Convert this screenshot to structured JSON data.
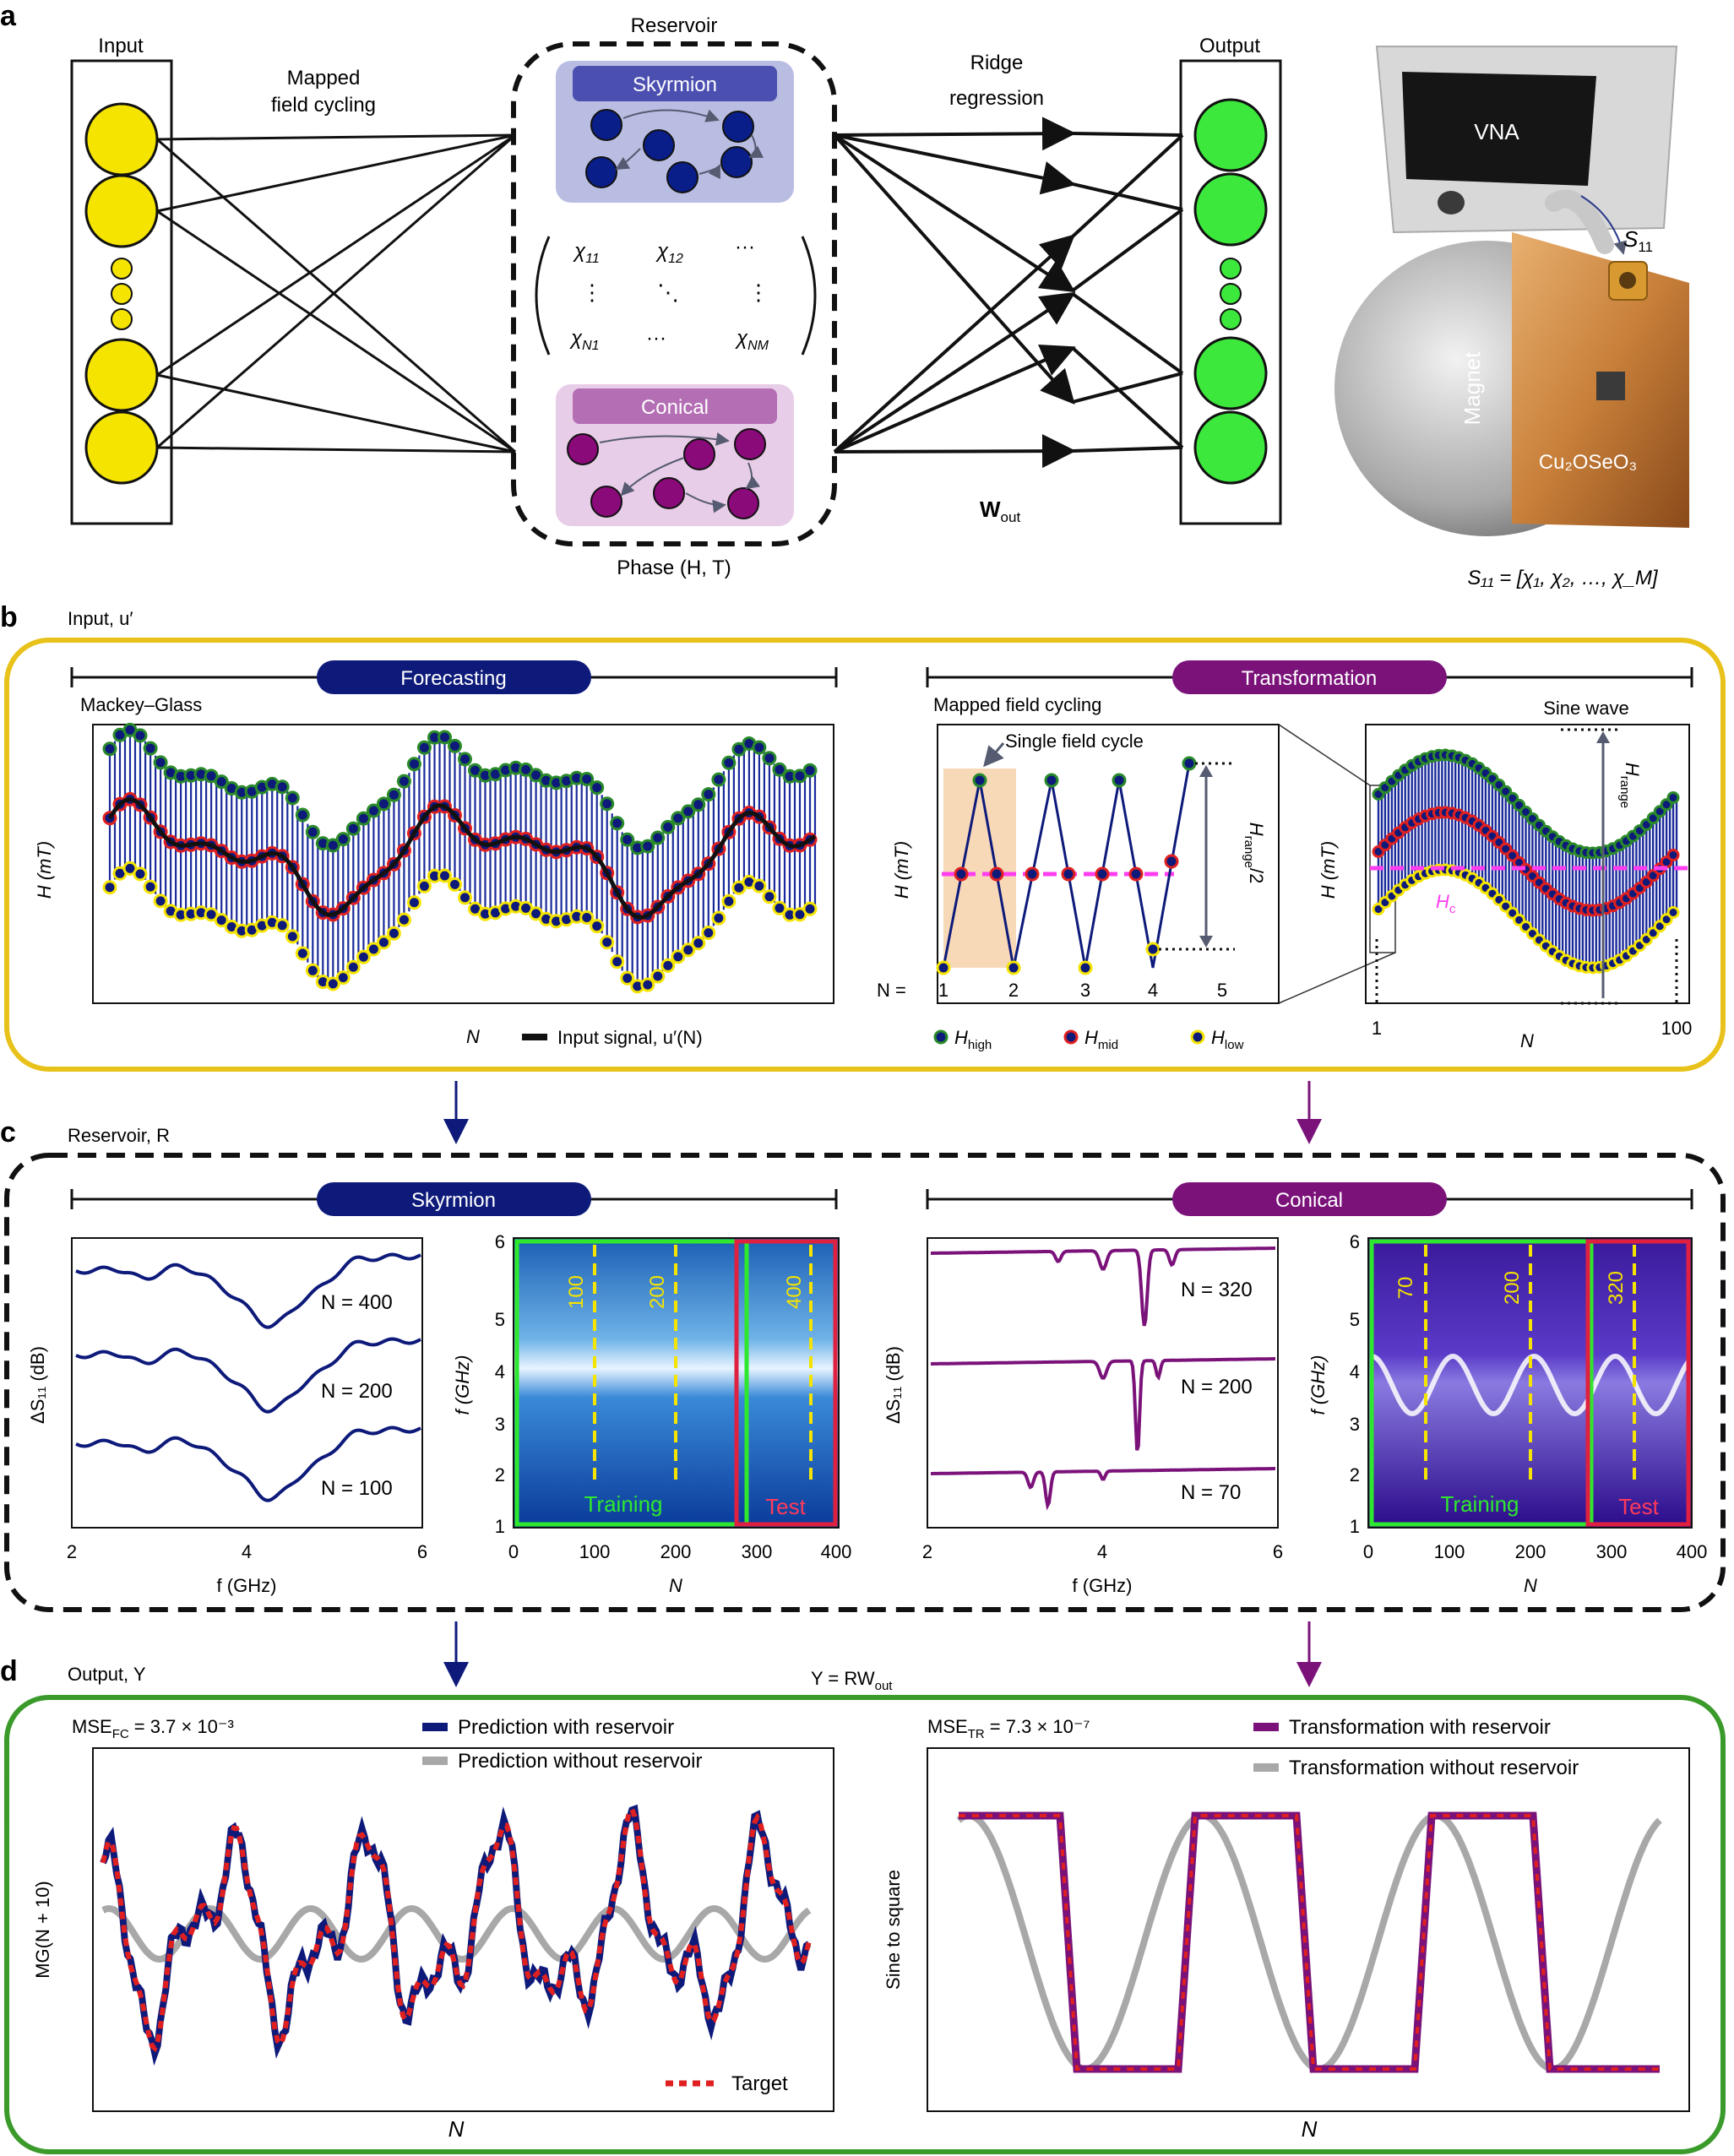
{
  "panel_labels": {
    "a": "a",
    "b": "b",
    "c": "c",
    "d": "d"
  },
  "a": {
    "input_title": "Input",
    "mapping_label": [
      "Mapped",
      "field cycling"
    ],
    "reservoir_title": "Reservoir",
    "skyrmion_label": "Skyrmion",
    "conical_label": "Conical",
    "matrix": {
      "r1c1": "χ",
      "r1c1_sub": "11",
      "r1c2": "χ",
      "r1c2_sub": "12",
      "r1c3": "···",
      "r2c1": "⋮",
      "r2c2": "⋱",
      "r2c3": "⋮",
      "r3c1": "χ",
      "r3c1_sub": "N1",
      "r3c2": "···",
      "r3c3": "χ",
      "r3c3_sub": "NM"
    },
    "phase_label": "Phase (H, T)",
    "regression_label": [
      "Ridge",
      "regression"
    ],
    "wout": "W",
    "wout_sub": "out",
    "output_title": "Output",
    "device": {
      "vna": "VNA",
      "s11": "S",
      "s11_sub": "11",
      "magnet": "Magnet",
      "sample": "Cu₂OSeO₃"
    },
    "s11_formula": "S₁₁ = [χ₁, χ₂, …, χ_M]"
  },
  "b": {
    "title": "Input, u′",
    "forecasting": "Forecasting",
    "transformation": "Transformation",
    "mg_label": "Mackey–Glass",
    "ylabel": "H (mT)",
    "xlabel": "N",
    "legend_input": "Input signal, u′(N)",
    "mfc_label": "Mapped field cycling",
    "single_cycle": "Single field cycle",
    "hrange_half": "H",
    "hrange_half_sub": "range",
    "hrange_half_tail": "/2",
    "n_eq": "N =",
    "n_ticks": [
      "1",
      "2",
      "3",
      "4",
      "5"
    ],
    "sine_label": "Sine wave",
    "hc": "H",
    "hc_sub": "c",
    "hrange": "H",
    "hrange_sub": "range",
    "sine_xticks": [
      "1",
      "100"
    ],
    "legend": {
      "high": "H",
      "high_sub": "high",
      "mid": "H",
      "mid_sub": "mid",
      "low": "H",
      "low_sub": "low"
    }
  },
  "c": {
    "title": "Reservoir, R",
    "skyrmion": "Skyrmion",
    "conical": "Conical",
    "dS_ylabel": "ΔS₁₁ (dB)",
    "f_xlabel": "f (GHz)",
    "f_ylabel": "f (GHz)",
    "n_xlabel": "N",
    "sky_traces": [
      "N = 400",
      "N = 200",
      "N = 100"
    ],
    "con_traces": [
      "N = 320",
      "N = 200",
      "N = 70"
    ],
    "f_ticks": [
      "2",
      "4",
      "6"
    ],
    "n_ticks": [
      "0",
      "100",
      "200",
      "300",
      "400"
    ],
    "fy_ticks": [
      "1",
      "2",
      "3",
      "4",
      "5",
      "6"
    ],
    "sky_marks": [
      "100",
      "200",
      "400"
    ],
    "con_marks": [
      "70",
      "200",
      "320"
    ],
    "training": "Training",
    "test": "Test"
  },
  "d": {
    "title": "Output, Y",
    "formula": "Y = RW",
    "formula_sub": "out",
    "mse_fc": "MSE",
    "mse_fc_sub": "FC",
    "mse_fc_val": " = 3.7 × 10⁻³",
    "mse_tr": "MSE",
    "mse_tr_sub": "TR",
    "mse_tr_val": " = 7.3 × 10⁻⁷",
    "ylabel_fc": "MG(N + 10)",
    "ylabel_tr": "Sine to square",
    "xlabel": "N",
    "leg_pred_with": "Prediction with reservoir",
    "leg_pred_without": "Prediction without reservoir",
    "leg_target": "Target",
    "leg_tr_with": "Transformation with reservoir",
    "leg_tr_without": "Transformation without reservoir"
  },
  "colors": {
    "navy": "#0d1a7a",
    "purple": "#7a127a",
    "yellow": "#e8c21a",
    "green": "#3a9a2a",
    "red": "#e02020",
    "magenta": "#ff3df0",
    "gray": "#a8a8a8"
  }
}
